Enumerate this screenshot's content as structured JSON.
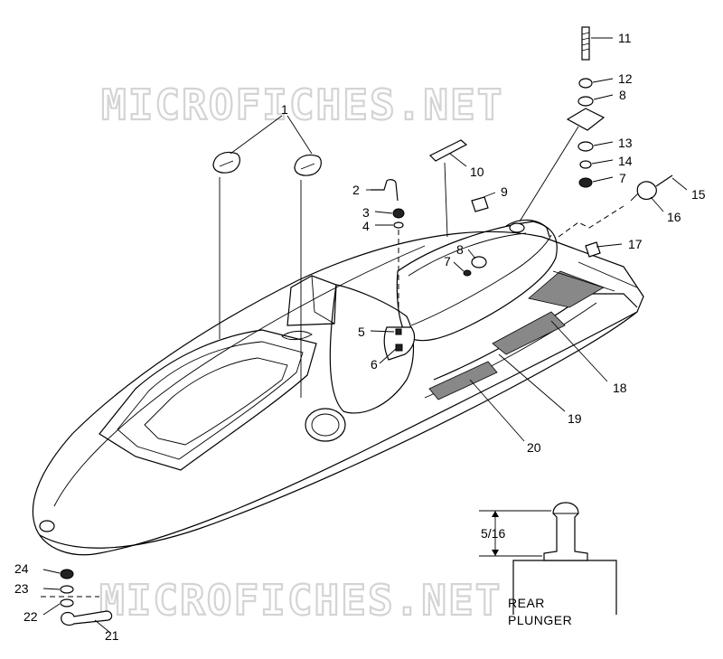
{
  "watermarks": [
    "MICROFICHES.NET",
    "MICROFICHES.NET"
  ],
  "callouts": [
    {
      "id": "c1",
      "text": "1"
    },
    {
      "id": "c2",
      "text": "2"
    },
    {
      "id": "c3",
      "text": "3"
    },
    {
      "id": "c4",
      "text": "4"
    },
    {
      "id": "c5",
      "text": "5"
    },
    {
      "id": "c6",
      "text": "6"
    },
    {
      "id": "c7a",
      "text": "7"
    },
    {
      "id": "c7b",
      "text": "7"
    },
    {
      "id": "c8a",
      "text": "8"
    },
    {
      "id": "c8b",
      "text": "8"
    },
    {
      "id": "c9",
      "text": "9"
    },
    {
      "id": "c10",
      "text": "10"
    },
    {
      "id": "c11",
      "text": "11"
    },
    {
      "id": "c12",
      "text": "12"
    },
    {
      "id": "c13",
      "text": "13"
    },
    {
      "id": "c14",
      "text": "14"
    },
    {
      "id": "c15",
      "text": "15"
    },
    {
      "id": "c16",
      "text": "16"
    },
    {
      "id": "c17",
      "text": "17"
    },
    {
      "id": "c18",
      "text": "18"
    },
    {
      "id": "c19",
      "text": "19"
    },
    {
      "id": "c20",
      "text": "20"
    },
    {
      "id": "c21",
      "text": "21"
    },
    {
      "id": "c22",
      "text": "22"
    },
    {
      "id": "c23",
      "text": "23"
    },
    {
      "id": "c24",
      "text": "24"
    }
  ],
  "detail": {
    "dimension": "5/16",
    "caption_line1": "REAR",
    "caption_line2": "PLUNGER"
  }
}
